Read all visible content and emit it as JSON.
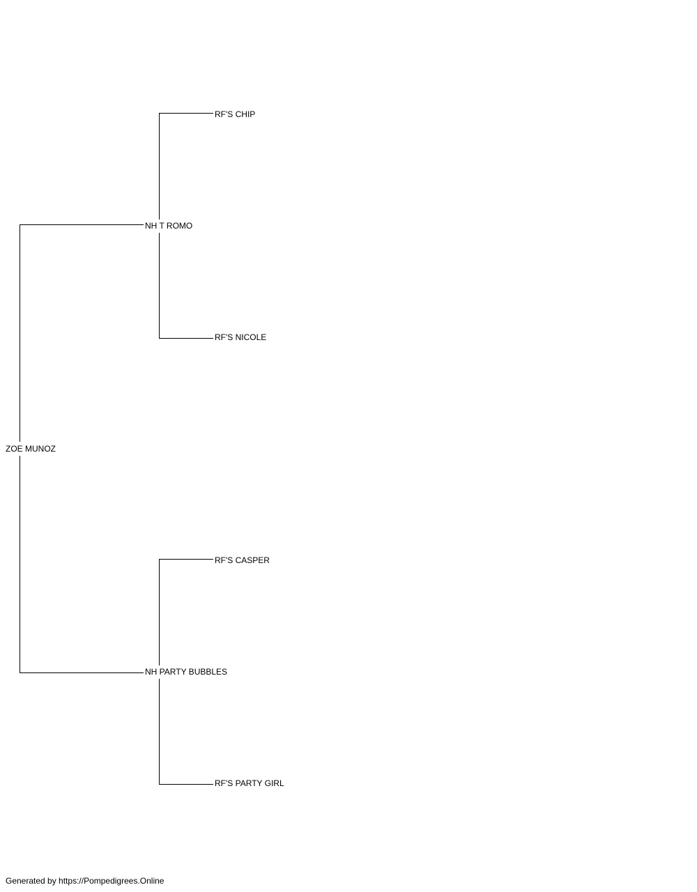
{
  "pedigree": {
    "subject": "ZOE MUNOZ",
    "sire": {
      "name": "NH T ROMO",
      "sire": "RF'S CHIP",
      "dam": "RF'S NICOLE"
    },
    "dam": {
      "name": "NH PARTY BUBBLES",
      "sire": "RF'S CASPER",
      "dam": "RF'S PARTY GIRL"
    }
  },
  "footer": {
    "text": "Generated by https://Pompedigrees.Online"
  }
}
